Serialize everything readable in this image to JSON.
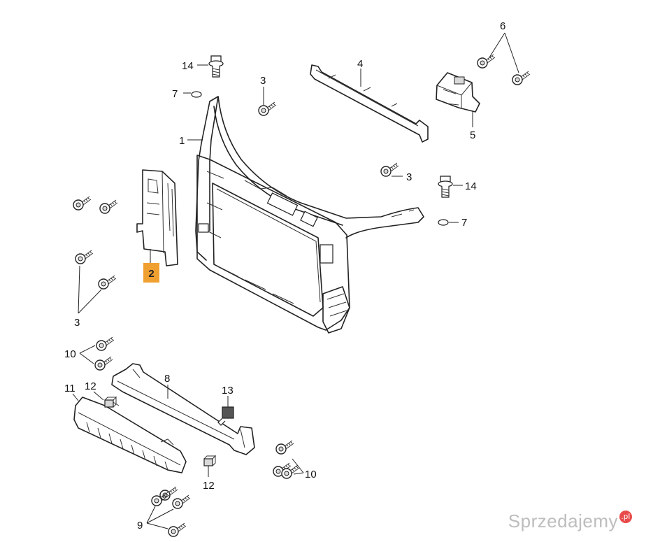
{
  "labels": {
    "l1": "1",
    "l2": "2",
    "l3a": "3",
    "l3b": "3",
    "l3c": "3",
    "l4": "4",
    "l5": "5",
    "l6": "6",
    "l7a": "7",
    "l7b": "7",
    "l8": "8",
    "l9": "9",
    "l10a": "10",
    "l10b": "10",
    "l11": "11",
    "l12a": "12",
    "l12b": "12",
    "l13": "13",
    "l14a": "14",
    "l14b": "14"
  },
  "highlight": {
    "part": "2",
    "color": "#f0a030"
  },
  "watermark": {
    "text": "Sprzedajemy",
    "suffix": ".pl"
  },
  "icons": [
    "bolt-icon",
    "screw-icon",
    "clip-icon",
    "washer-icon"
  ]
}
